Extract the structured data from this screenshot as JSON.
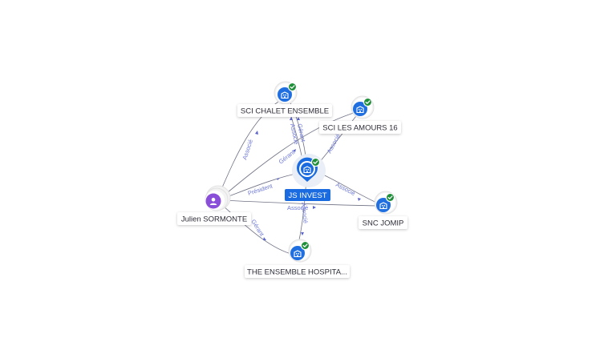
{
  "nodes": {
    "main": {
      "label": "JS INVEST",
      "type": "company",
      "icon": "building-icon",
      "verified": true
    },
    "sci_chalet": {
      "label": "SCI CHALET ENSEMBLE",
      "type": "company",
      "icon": "building-icon",
      "verified": true
    },
    "sci_amours": {
      "label": "SCI LES AMOURS 16",
      "type": "company",
      "icon": "building-icon",
      "verified": true
    },
    "snc_jomip": {
      "label": "SNC JOMIP",
      "type": "company",
      "icon": "building-icon",
      "verified": true
    },
    "ensemble_hospita": {
      "label": "THE ENSEMBLE HOSPITA...",
      "type": "company",
      "icon": "building-icon",
      "verified": true
    },
    "person": {
      "label": "Julien SORMONTE",
      "type": "person",
      "icon": "person-icon",
      "verified": false
    }
  },
  "edge_labels": {
    "person_chalet": "Associé",
    "person_amours": "Gérant",
    "person_main": "Président",
    "person_snc": "Associé",
    "person_hospita": "Gérant",
    "main_chalet_gerant": "Gérant",
    "main_chalet_associe": "Associé",
    "main_amours": "Associé",
    "main_snc": "Associé",
    "main_hospita": "Associé"
  },
  "colors": {
    "company": "#1f6fe0",
    "person": "#8a4fd8",
    "verified": "#1f8f3a",
    "edge": "#6f7285",
    "edge_label": "#6d78d4"
  }
}
